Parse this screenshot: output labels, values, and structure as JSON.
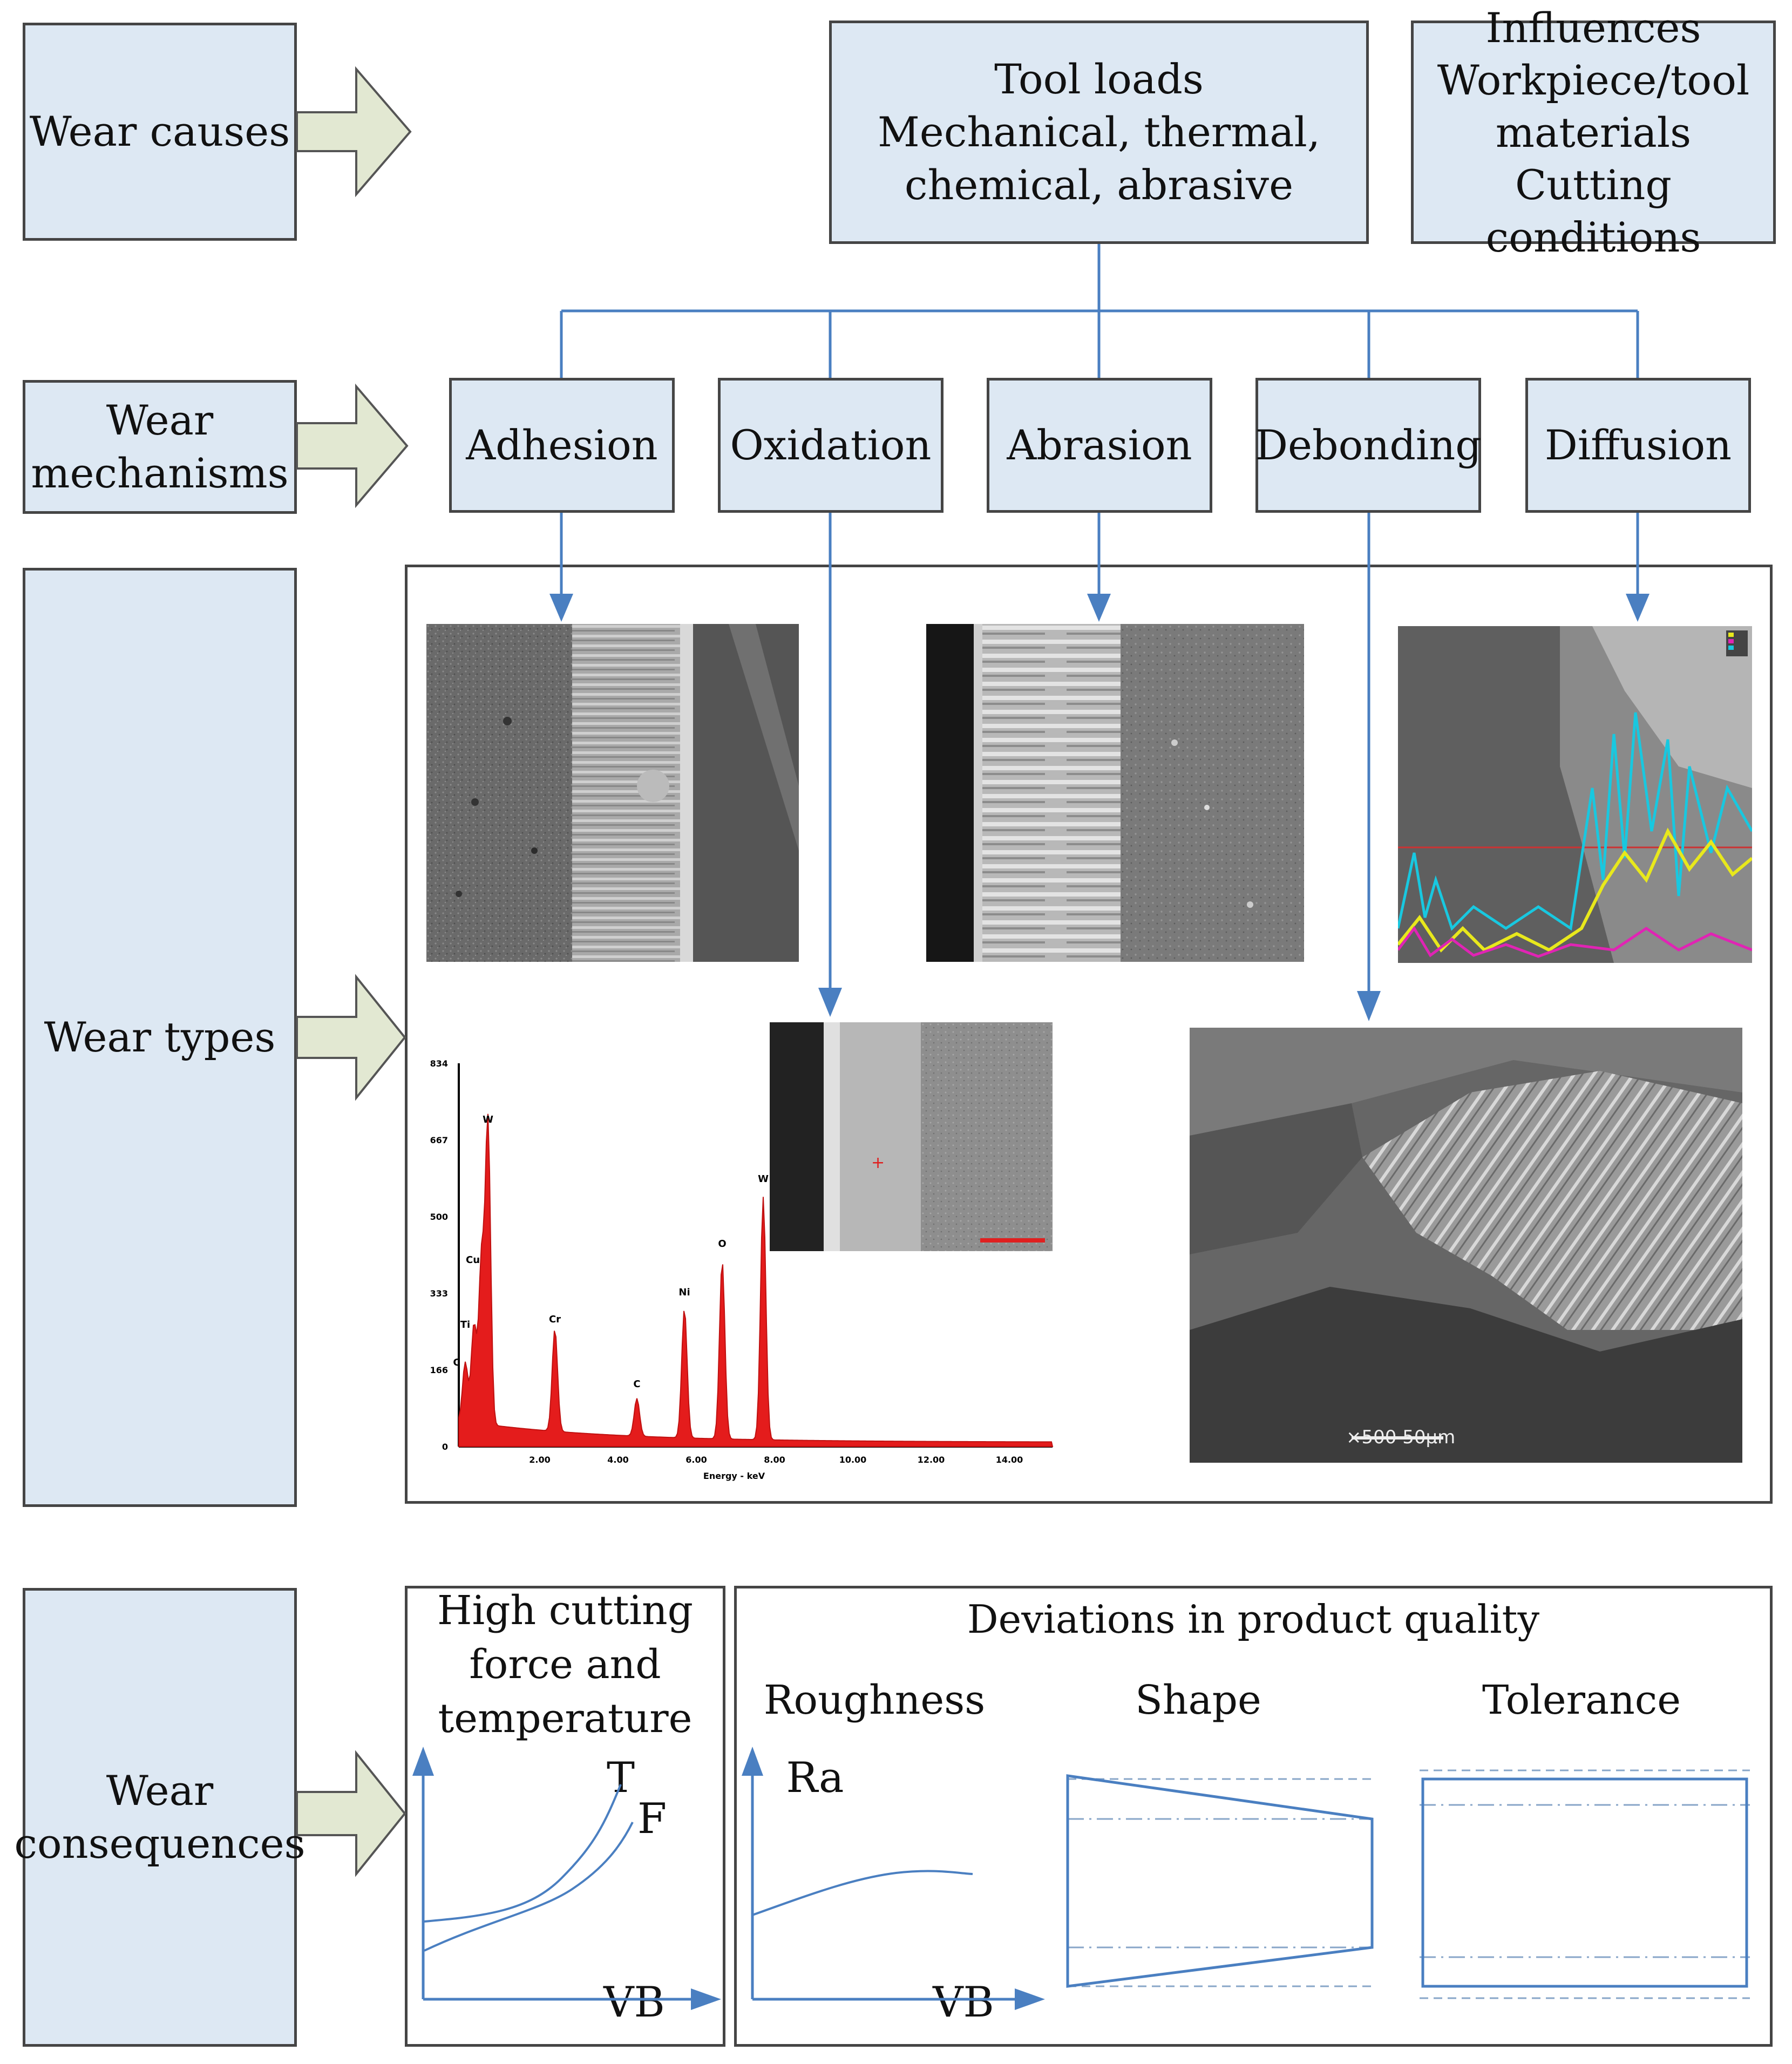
{
  "left_column": {
    "wear_causes": "Wear causes",
    "wear_mechanisms": "Wear\nmechanisms",
    "wear_types": "Wear types",
    "wear_consequences": "Wear\nconsequences"
  },
  "top": {
    "tool_loads": "Tool loads\nMechanical, thermal,\nchemical, abrasive",
    "influences": "Influences\nWorkpiece/tool\nmaterials\nCutting conditions"
  },
  "mechanisms": [
    "Adhesion",
    "Oxidation",
    "Abrasion",
    "Debonding",
    "Diffusion"
  ],
  "eds_spectrum": {
    "y_ticks": [
      "834",
      "667",
      "500",
      "333",
      "166",
      "0"
    ],
    "x_ticks": [
      "2.00",
      "4.00",
      "6.00",
      "8.00",
      "10.00",
      "12.00",
      "14.00"
    ],
    "x_label": "Energy - keV",
    "peak_labels": [
      "W",
      "Cu",
      "Ti",
      "C",
      "Cr",
      "C",
      "Ni",
      "O",
      "W"
    ]
  },
  "sem_scale": "×500  50μm",
  "consequences": {
    "force_temp_title": "High cutting\nforce and\ntemperature",
    "curve_T": "T",
    "curve_F": "F",
    "x_axis_1": "VB",
    "quality_title": "Deviations in product quality",
    "roughness": "Roughness",
    "shape": "Shape",
    "tolerance": "Tolerance",
    "ra": "Ra",
    "x_axis_2": "VB"
  },
  "colors": {
    "box_fill": "#dde8f3",
    "connector": "#4a7fc1",
    "arrow_fill": "#e2e8d2",
    "spectrum": "#e41c1c"
  }
}
